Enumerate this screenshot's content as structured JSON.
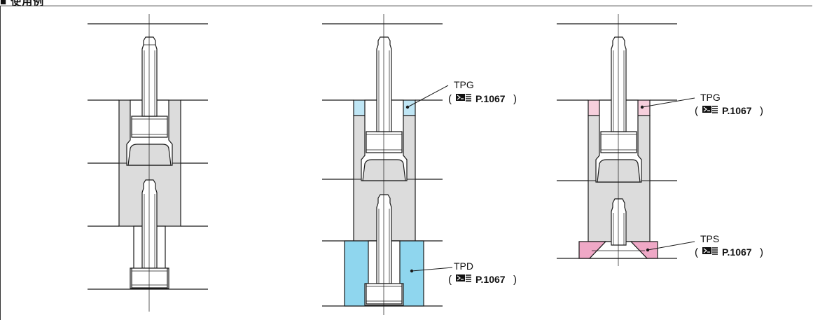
{
  "heading": {
    "text": "■ 使用例"
  },
  "colors": {
    "block": "#dcdcdc",
    "tpg_blue": "#bfe6f5",
    "tpd_blue": "#8fd6ee",
    "tpg_pink": "#f6cfdc",
    "tps_pink": "#efa8c6",
    "line": "#1a1a1a"
  },
  "callouts": [
    {
      "name": "TPG",
      "ref": "P.1067",
      "open": "(",
      "close": ")"
    },
    {
      "name": "TPD",
      "ref": "P.1067",
      "open": "(",
      "close": ")"
    },
    {
      "name": "TPG",
      "ref": "P.1067",
      "open": "(",
      "close": ")"
    },
    {
      "name": "TPS",
      "ref": "P.1067",
      "open": "(",
      "close": ")"
    }
  ],
  "icons": [
    "book-reference-icon"
  ]
}
